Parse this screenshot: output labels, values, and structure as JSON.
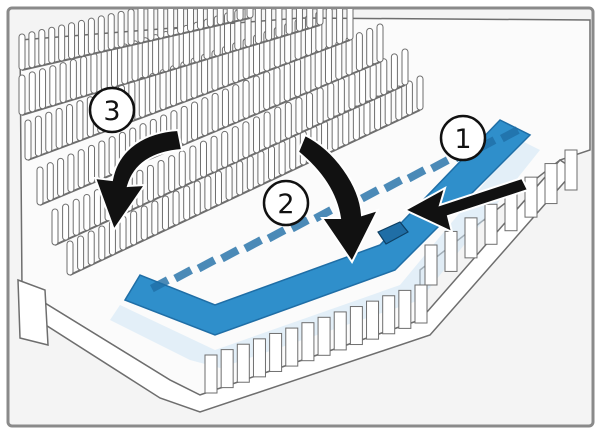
{
  "colors": {
    "frame_border": "#8a8a8a",
    "background": "#f4f4f4",
    "basket_tray": "#fbfbfb",
    "tine_fill": "#ffffff",
    "tine_stroke": "#6e6e6e",
    "blue_rail": "#2f8fcb",
    "blue_rail_dark": "#1f6ea6",
    "glass_edge": "#cfe6f5",
    "arrow": "#111111",
    "marker_fill": "#ffffff",
    "marker_stroke": "#111111"
  },
  "steps": [
    {
      "number": "1",
      "action": "push-left",
      "icon": "arrow-left"
    },
    {
      "number": "2",
      "action": "fold-down",
      "icon": "curved-arrow-down"
    },
    {
      "number": "3",
      "action": "fold-down",
      "icon": "curved-arrow-down"
    }
  ]
}
